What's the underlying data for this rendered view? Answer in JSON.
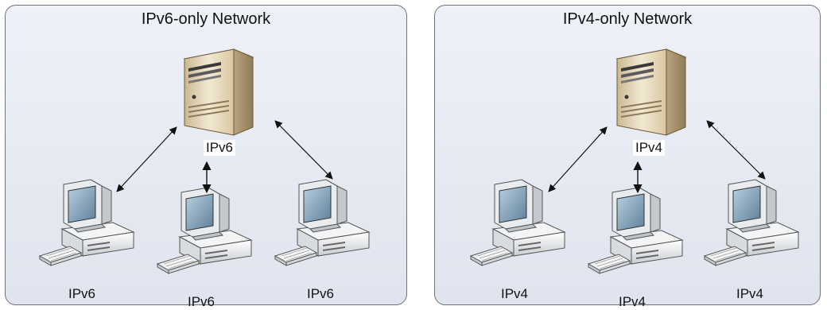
{
  "networks": [
    {
      "title": "IPv6-only Network",
      "server_label": "IPv6",
      "clients": [
        {
          "label": "IPv6"
        },
        {
          "label": "IPv6"
        },
        {
          "label": "IPv6"
        }
      ]
    },
    {
      "title": "IPv4-only Network",
      "server_label": "IPv4",
      "clients": [
        {
          "label": "IPv4"
        },
        {
          "label": "IPv4"
        },
        {
          "label": "IPv4"
        }
      ]
    }
  ],
  "colors": {
    "panel_border": "#6f7378",
    "panel_fill": "#e4e8f0",
    "server_body": "#e8dcc0",
    "screen": "#8fb0c8",
    "arrow": "#111111"
  },
  "icons": {
    "server": "server-tower-icon",
    "client": "desktop-computer-icon",
    "link": "bidirectional-arrow"
  }
}
